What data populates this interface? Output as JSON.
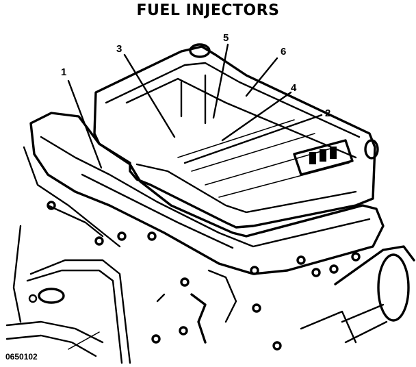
{
  "title": "FUEL INJECTORS",
  "figure_id": "0650102",
  "callouts": [
    "1",
    "2",
    "3",
    "4",
    "5",
    "6"
  ]
}
